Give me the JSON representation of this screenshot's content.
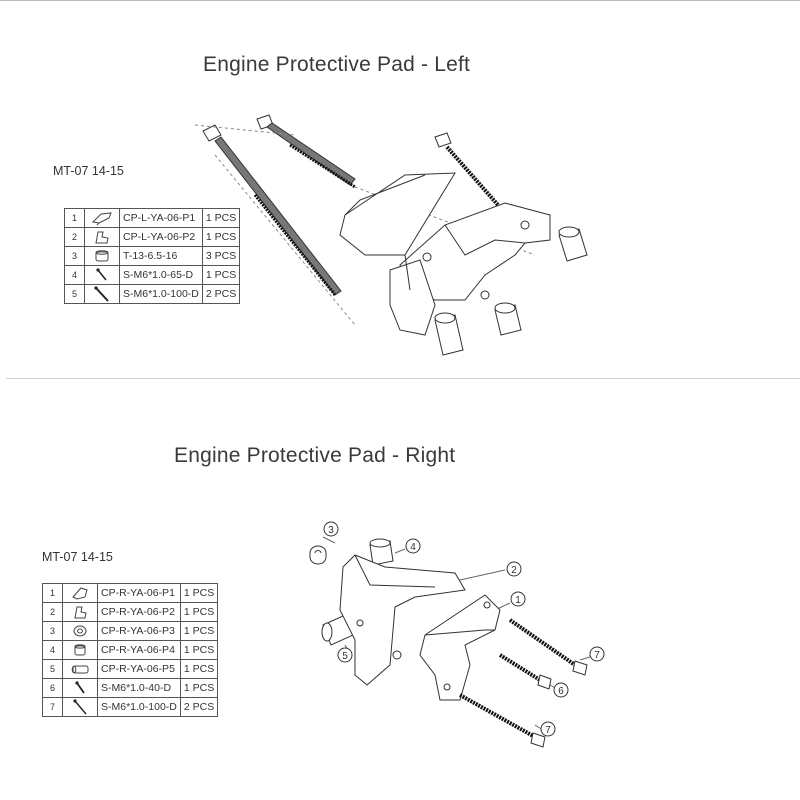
{
  "left_section": {
    "title": "Engine Protective Pad - Left",
    "model": "MT-07 14-15",
    "parts": [
      {
        "num": "1",
        "code": "CP-L-YA-06-P1",
        "qty": "1 PCS",
        "icon": "frame-slider-part-icon"
      },
      {
        "num": "2",
        "code": "CP-L-YA-06-P2",
        "qty": "1 PCS",
        "icon": "mount-bracket-icon"
      },
      {
        "num": "3",
        "code": "T-13-6.5-16",
        "qty": "3 PCS",
        "icon": "spacer-sleeve-icon"
      },
      {
        "num": "4",
        "code": "S-M6*1.0-65-D",
        "qty": "1 PCS",
        "icon": "short-bolt-icon"
      },
      {
        "num": "5",
        "code": "S-M6*1.0-100-D",
        "qty": "2 PCS",
        "icon": "long-bolt-icon"
      }
    ]
  },
  "right_section": {
    "title": "Engine Protective Pad - Right",
    "model": "MT-07 14-15",
    "parts": [
      {
        "num": "1",
        "code": "CP-R-YA-06-P1",
        "qty": "1 PCS",
        "icon": "frame-slider-part-icon"
      },
      {
        "num": "2",
        "code": "CP-R-YA-06-P2",
        "qty": "1 PCS",
        "icon": "mount-bracket-icon"
      },
      {
        "num": "3",
        "code": "CP-R-YA-06-P3",
        "qty": "1 PCS",
        "icon": "spacer-ring-icon"
      },
      {
        "num": "4",
        "code": "CP-R-YA-06-P4",
        "qty": "1 PCS",
        "icon": "spacer-sleeve-icon"
      },
      {
        "num": "5",
        "code": "CP-R-YA-06-P5",
        "qty": "1 PCS",
        "icon": "long-spacer-icon"
      },
      {
        "num": "6",
        "code": "S-M6*1.0-40-D",
        "qty": "1 PCS",
        "icon": "short-bolt-icon"
      },
      {
        "num": "7",
        "code": "S-M6*1.0-100-D",
        "qty": "2 PCS",
        "icon": "long-bolt-icon"
      }
    ],
    "callouts": [
      "3",
      "4",
      "2",
      "1",
      "5",
      "7",
      "6",
      "7"
    ]
  }
}
